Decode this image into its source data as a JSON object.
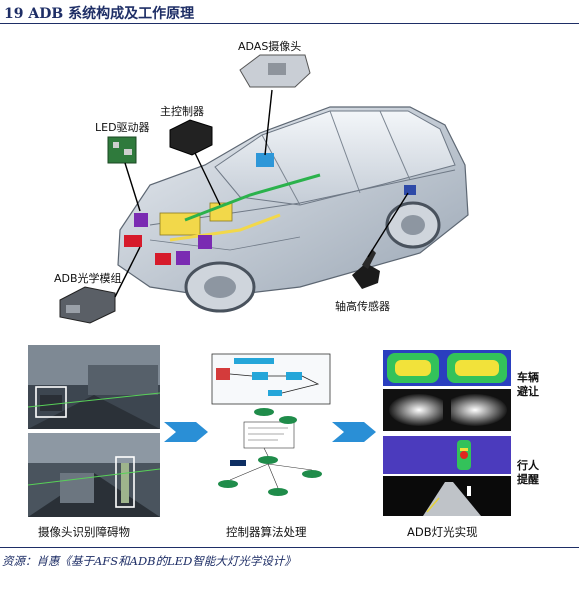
{
  "figure": {
    "title": "19   ADB 系统构成及工作原理",
    "components": {
      "adas_camera": "ADAS摄像头",
      "main_controller": "主控制器",
      "led_driver": "LED驱动器",
      "adb_optical_module": "ADB光学模组",
      "axle_height_sensor": "轴高传感器"
    },
    "stages": {
      "camera_recognition": "摄像头识别障碍物",
      "controller_processing": "控制器算法处理",
      "adb_light_output": "ADB灯光实现"
    },
    "scenarios": {
      "vehicle_avoidance": "车辆\n避让",
      "pedestrian_alert": "行人\n提醒"
    },
    "source": "资源：肖惠《基于AFS和ADB的LED智能大灯光学设计》"
  }
}
